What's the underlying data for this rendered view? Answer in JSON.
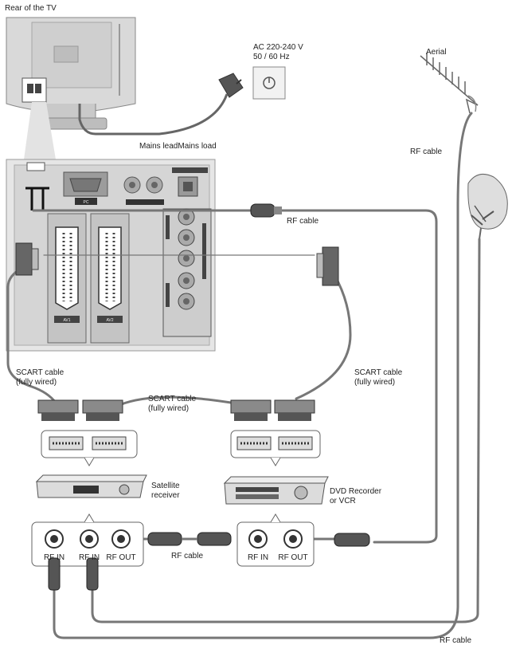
{
  "diagram": {
    "title": "Rear of the TV",
    "power": {
      "line1": "AC 220-240 V",
      "line2": "50 / 60 Hz"
    },
    "mains_lead": "Mains leadMains load",
    "aerial": "Aerial",
    "rf_cable": "RF cable",
    "scart_cable": {
      "line1": "SCART cable",
      "line2": "(fully wired)"
    },
    "satellite": {
      "line1": "Satellite",
      "line2": "receiver"
    },
    "dvd": {
      "line1": "DVD Recorder",
      "line2": "or VCR"
    },
    "ports": {
      "rf_in": "RF IN",
      "rf_out": "RF OUT"
    },
    "panel": {
      "pc": "PC",
      "av1": "AV1",
      "av2": "AV2"
    }
  }
}
